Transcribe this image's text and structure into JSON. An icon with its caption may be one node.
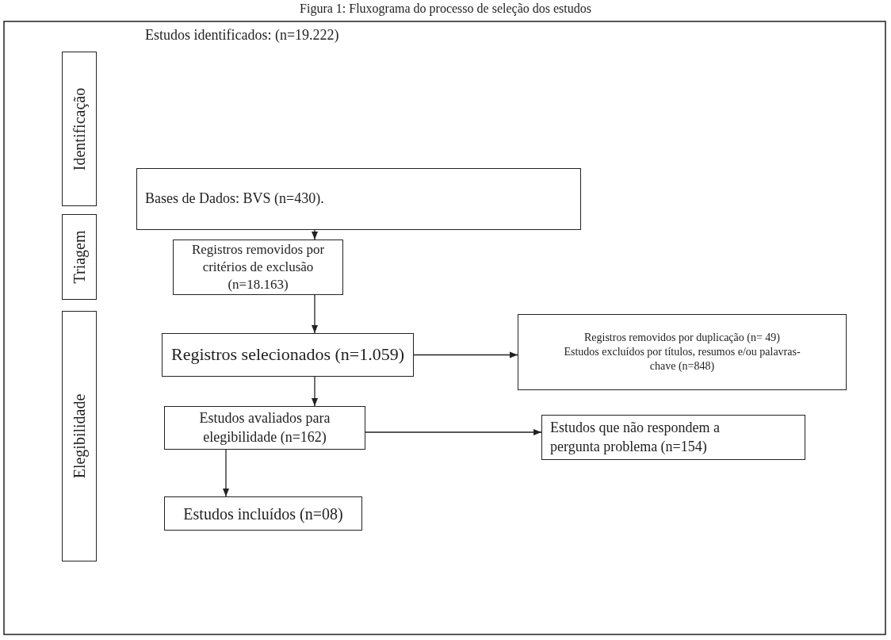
{
  "diagram": {
    "title": "Figura 1: Fluxograma do processo de seleção dos estudos",
    "nodes": [
      {
        "text": [
          "Identificação"
        ]
      },
      {
        "text": [
          "Triagem"
        ]
      },
      {
        "text": [
          "Elegibilidade"
        ]
      },
      {
        "text": [
          "Bases de Dados: BVS (n=430)."
        ]
      },
      {
        "text": [
          "Registros removidos por critérios de exclusão (n=18.163)"
        ]
      },
      {
        "text": [
          "Registros selecionados (n=1.059)"
        ]
      },
      {
        "text": [
          "Registros removidos por duplicação (n= 49)",
          "Estudos excluídos por títulos, resumos e/ou palavras-chave (n=848)"
        ]
      },
      {
        "text": [
          "Estudos avaliados para elegibilidade (n=162)"
        ]
      },
      {
        "text": [
          "Estudos que não respondem a pergunta problema (n=154)"
        ]
      },
      {
        "text": [
          "Estudos incluídos (n=08)"
        ]
      }
    ],
    "edges": [
      {
        "from": 3,
        "to": 4,
        "arrow": "to"
      },
      {
        "from": 4,
        "to": 5,
        "arrow": "to"
      },
      {
        "from": 5,
        "to": 6,
        "arrow": "to"
      },
      {
        "from": 5,
        "to": 7,
        "arrow": "to"
      },
      {
        "from": 7,
        "to": 8,
        "arrow": "to"
      },
      {
        "from": 7,
        "to": 9,
        "arrow": "to"
      }
    ],
    "labels": [
      "Estudos identificados: (n=19.222)"
    ]
  }
}
